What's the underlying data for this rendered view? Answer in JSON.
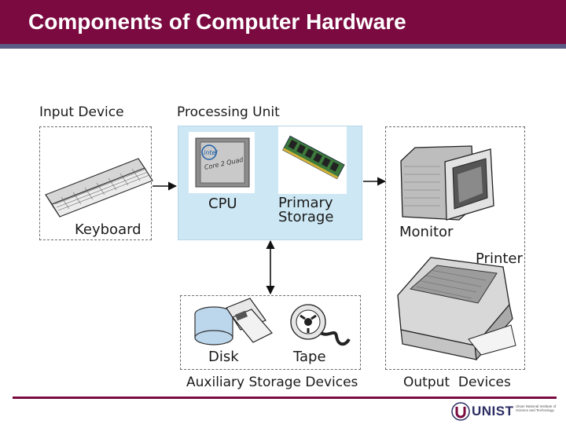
{
  "slide": {
    "title": "Components of Computer Hardware"
  },
  "diagram": {
    "input_device_label": "Input Device",
    "processing_unit_label": "Processing Unit",
    "keyboard_label": "Keyboard",
    "cpu_label": "CPU",
    "primary_storage_label_line1": "Primary",
    "primary_storage_label_line2": "Storage",
    "monitor_label": "Monitor",
    "printer_label": "Printer",
    "disk_label": "Disk",
    "tape_label": "Tape",
    "auxiliary_label": "Auxiliary Storage Devices",
    "output_label": "Output  Devices",
    "cpu_chip_text_line1": "intel",
    "cpu_chip_text_line2": "Core 2 Quad"
  },
  "footer": {
    "logo_text": "UNIST",
    "logo_subtext": "Ulsan National Institute of Science and Technology"
  },
  "colors": {
    "header_bg": "#7a0a40",
    "header_stripe": "#5b5b86",
    "processing_bg": "#cde8f4",
    "footer_line": "#7a0a40"
  }
}
